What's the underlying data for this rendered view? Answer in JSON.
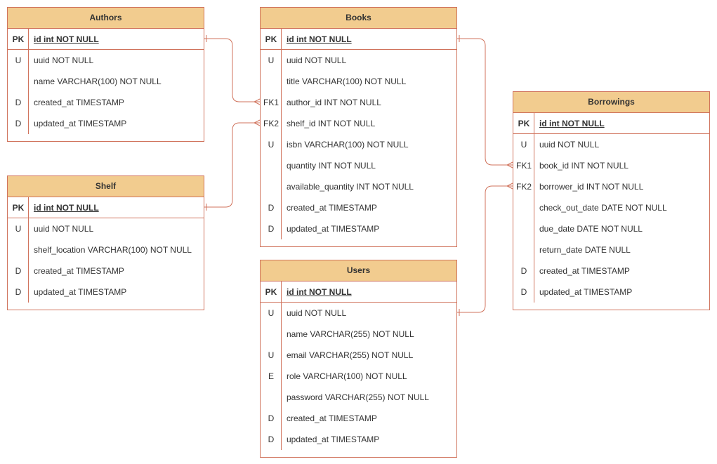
{
  "entities": {
    "authors": {
      "title": "Authors",
      "rows": [
        {
          "key": "PK",
          "field": "id int NOT NULL"
        },
        {
          "key": "U",
          "field": "uuid NOT NULL"
        },
        {
          "key": "",
          "field": "name VARCHAR(100) NOT NULL"
        },
        {
          "key": "D",
          "field": "created_at TIMESTAMP"
        },
        {
          "key": "D",
          "field": "updated_at TIMESTAMP"
        }
      ]
    },
    "shelf": {
      "title": "Shelf",
      "rows": [
        {
          "key": "PK",
          "field": "id int NOT NULL"
        },
        {
          "key": "U",
          "field": "uuid NOT NULL"
        },
        {
          "key": "",
          "field": "shelf_location VARCHAR(100) NOT NULL"
        },
        {
          "key": "D",
          "field": "created_at TIMESTAMP"
        },
        {
          "key": "D",
          "field": "updated_at TIMESTAMP"
        }
      ]
    },
    "books": {
      "title": "Books",
      "rows": [
        {
          "key": "PK",
          "field": "id int NOT NULL"
        },
        {
          "key": "U",
          "field": "uuid NOT NULL"
        },
        {
          "key": "",
          "field": "title VARCHAR(100) NOT NULL"
        },
        {
          "key": "FK1",
          "field": "author_id INT NOT NULL"
        },
        {
          "key": "FK2",
          "field": "shelf_id INT NOT NULL"
        },
        {
          "key": "U",
          "field": "isbn VARCHAR(100) NOT NULL"
        },
        {
          "key": "",
          "field": "quantity INT NOT NULL"
        },
        {
          "key": "",
          "field": "available_quantity INT NOT NULL"
        },
        {
          "key": "D",
          "field": "created_at TIMESTAMP"
        },
        {
          "key": "D",
          "field": "updated_at TIMESTAMP"
        }
      ]
    },
    "users": {
      "title": "Users",
      "rows": [
        {
          "key": "PK",
          "field": "id int NOT NULL"
        },
        {
          "key": "U",
          "field": "uuid NOT NULL"
        },
        {
          "key": "",
          "field": "name VARCHAR(255) NOT NULL"
        },
        {
          "key": "U",
          "field": "email VARCHAR(255) NOT NULL"
        },
        {
          "key": "E",
          "field": "role VARCHAR(100) NOT NULL"
        },
        {
          "key": "",
          "field": "password VARCHAR(255) NOT NULL"
        },
        {
          "key": "D",
          "field": "created_at TIMESTAMP"
        },
        {
          "key": "D",
          "field": "updated_at TIMESTAMP"
        }
      ]
    },
    "borrowings": {
      "title": "Borrowings",
      "rows": [
        {
          "key": "PK",
          "field": "id int NOT NULL"
        },
        {
          "key": "U",
          "field": "uuid NOT NULL"
        },
        {
          "key": "FK1",
          "field": "book_id INT NOT NULL"
        },
        {
          "key": "FK2",
          "field": "borrower_id INT NOT NULL"
        },
        {
          "key": "",
          "field": "check_out_date DATE NOT NULL"
        },
        {
          "key": "",
          "field": "due_date DATE NOT NULL"
        },
        {
          "key": "",
          "field": "return_date DATE NULL"
        },
        {
          "key": "D",
          "field": "created_at TIMESTAMP"
        },
        {
          "key": "D",
          "field": "updated_at TIMESTAMP"
        }
      ]
    }
  },
  "colors": {
    "header_fill": "#f2cc8f",
    "border": "#d0735c",
    "text": "#333333"
  }
}
